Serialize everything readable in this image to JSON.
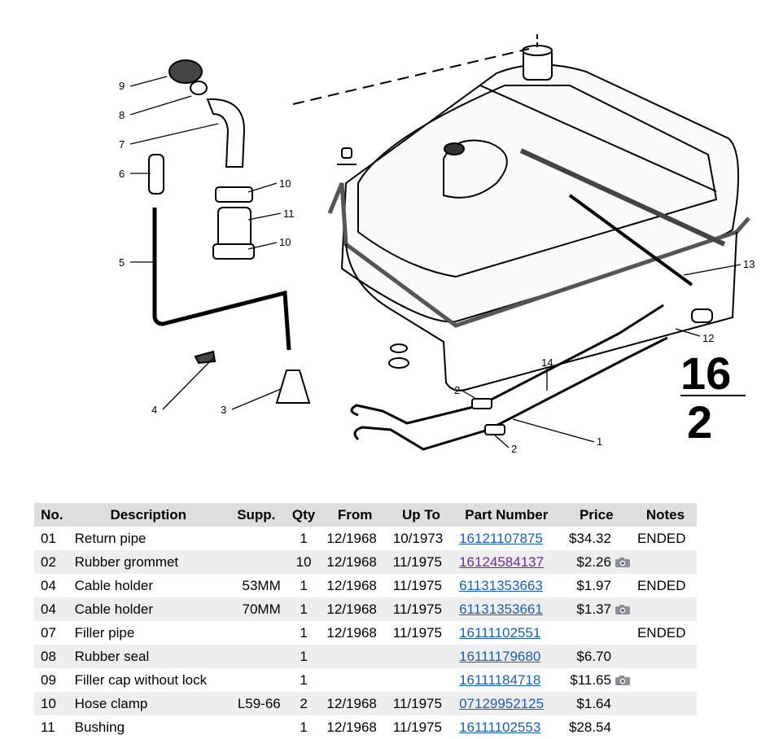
{
  "diagram": {
    "callouts": [
      "9",
      "8",
      "7",
      "6",
      "5",
      "4",
      "3",
      "10",
      "11",
      "10",
      "13",
      "12",
      "14",
      "2",
      "2",
      "1"
    ],
    "group_top": "16",
    "group_bottom": "2"
  },
  "table": {
    "headers": {
      "no": "No.",
      "description": "Description",
      "supp": "Supp.",
      "qty": "Qty",
      "from": "From",
      "upto": "Up To",
      "part_number": "Part Number",
      "price": "Price",
      "notes": "Notes"
    },
    "rows": [
      {
        "no": "01",
        "description": "Return pipe",
        "supp": "",
        "qty": "1",
        "from": "12/1968",
        "upto": "10/1973",
        "part_number": "16121107875",
        "price": "$34.32",
        "camera": false,
        "notes": "ENDED",
        "visited": false
      },
      {
        "no": "02",
        "description": "Rubber grommet",
        "supp": "",
        "qty": "10",
        "from": "12/1968",
        "upto": "11/1975",
        "part_number": "16124584137",
        "price": "$2.26",
        "camera": true,
        "notes": "",
        "visited": true
      },
      {
        "no": "04",
        "description": "Cable holder",
        "supp": "53MM",
        "qty": "1",
        "from": "12/1968",
        "upto": "11/1975",
        "part_number": "61131353663",
        "price": "$1.97",
        "camera": false,
        "notes": "ENDED",
        "visited": false
      },
      {
        "no": "04",
        "description": "Cable holder",
        "supp": "70MM",
        "qty": "1",
        "from": "12/1968",
        "upto": "11/1975",
        "part_number": "61131353661",
        "price": "$1.37",
        "camera": true,
        "notes": "",
        "visited": false
      },
      {
        "no": "07",
        "description": "Filler pipe",
        "supp": "",
        "qty": "1",
        "from": "12/1968",
        "upto": "11/1975",
        "part_number": "16111102551",
        "price": "",
        "camera": false,
        "notes": "ENDED",
        "visited": false
      },
      {
        "no": "08",
        "description": "Rubber seal",
        "supp": "",
        "qty": "1",
        "from": "",
        "upto": "",
        "part_number": "16111179680",
        "price": "$6.70",
        "camera": false,
        "notes": "",
        "visited": false
      },
      {
        "no": "09",
        "description": "Filler cap without lock",
        "supp": "",
        "qty": "1",
        "from": "",
        "upto": "",
        "part_number": "16111184718",
        "price": "$11.65",
        "camera": true,
        "notes": "",
        "visited": false
      },
      {
        "no": "10",
        "description": "Hose clamp",
        "supp": "L59-66",
        "qty": "2",
        "from": "12/1968",
        "upto": "11/1975",
        "part_number": "07129952125",
        "price": "$1.64",
        "camera": false,
        "notes": "",
        "visited": false
      },
      {
        "no": "11",
        "description": "Bushing",
        "supp": "",
        "qty": "1",
        "from": "12/1968",
        "upto": "11/1975",
        "part_number": "16111102553",
        "price": "$28.54",
        "camera": false,
        "notes": "",
        "visited": false
      }
    ]
  },
  "icons": {
    "photo": "camera-icon"
  }
}
